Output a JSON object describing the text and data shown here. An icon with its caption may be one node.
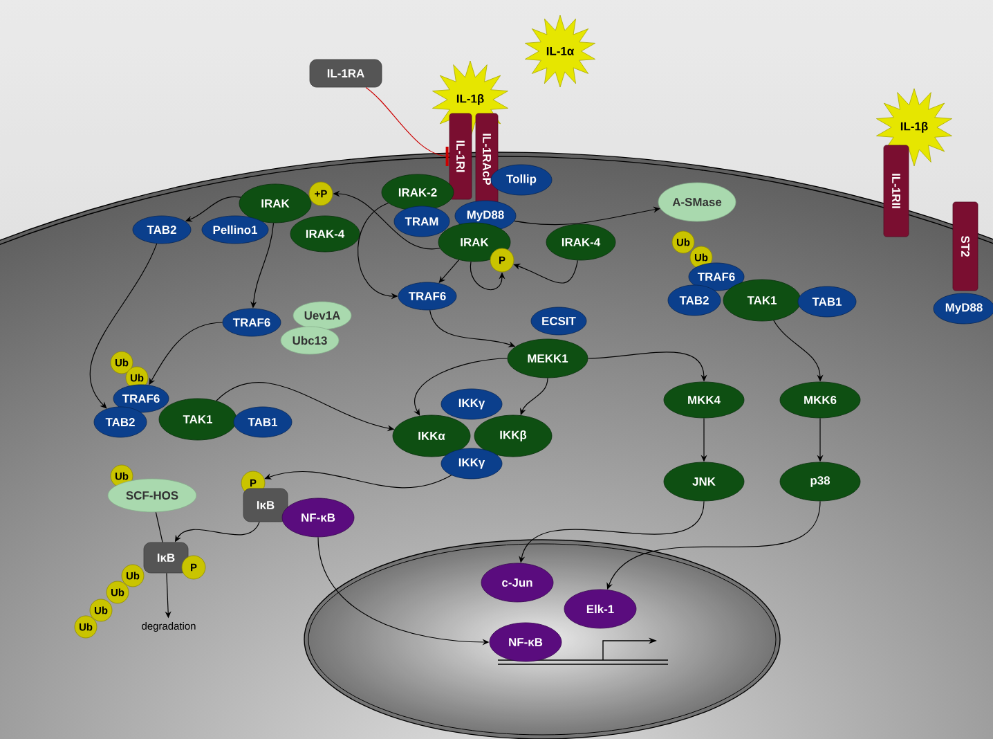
{
  "diagram": {
    "nodes": [
      {
        "text": [
          "IL-1α"
        ]
      },
      {
        "text": [
          "IL-1RA"
        ]
      },
      {
        "text": [
          "IL-1β"
        ]
      },
      {
        "text": [
          "IL-1RI"
        ]
      },
      {
        "text": [
          "IL-1RAcP"
        ]
      },
      {
        "text": [
          "Tollip"
        ]
      },
      {
        "text": [
          "IL-1β"
        ]
      },
      {
        "text": [
          "IL-1RII"
        ]
      },
      {
        "text": [
          "ST2"
        ]
      },
      {
        "text": [
          "MyD88"
        ]
      },
      {
        "text": [
          "IRAK"
        ]
      },
      {
        "text": [
          "+P"
        ]
      },
      {
        "text": [
          "TAB2"
        ]
      },
      {
        "text": [
          "Pellino1"
        ]
      },
      {
        "text": [
          "IRAK-4"
        ]
      },
      {
        "text": [
          "IRAK-2"
        ]
      },
      {
        "text": [
          "TRAM"
        ]
      },
      {
        "text": [
          "MyD88"
        ]
      },
      {
        "text": [
          "IRAK"
        ]
      },
      {
        "text": [
          "P"
        ]
      },
      {
        "text": [
          "IRAK-4"
        ]
      },
      {
        "text": [
          "A-SMase"
        ]
      },
      {
        "text": [
          "TRAF6"
        ]
      },
      {
        "text": [
          "TRAF6"
        ]
      },
      {
        "text": [
          "Uev1A"
        ]
      },
      {
        "text": [
          "Ubc13"
        ]
      },
      {
        "text": [
          "ECSIT"
        ]
      },
      {
        "text": [
          "MEKK1"
        ]
      },
      {
        "text": [
          "Ub"
        ]
      },
      {
        "text": [
          "Ub"
        ]
      },
      {
        "text": [
          "TRAF6"
        ]
      },
      {
        "text": [
          "TAB2"
        ]
      },
      {
        "text": [
          "TAK1"
        ]
      },
      {
        "text": [
          "TAB1"
        ]
      },
      {
        "text": [
          "MKK4"
        ]
      },
      {
        "text": [
          "MKK6"
        ]
      },
      {
        "text": [
          "IKKγ"
        ]
      },
      {
        "text": [
          "IKKα"
        ]
      },
      {
        "text": [
          "IKKβ"
        ]
      },
      {
        "text": [
          "IKKγ"
        ]
      },
      {
        "text": [
          "JNK"
        ]
      },
      {
        "text": [
          "p38"
        ]
      },
      {
        "text": [
          "Ub"
        ]
      },
      {
        "text": [
          "Ub"
        ]
      },
      {
        "text": [
          "TRAF6"
        ]
      },
      {
        "text": [
          "TAB2"
        ]
      },
      {
        "text": [
          "TAK1"
        ]
      },
      {
        "text": [
          "TAB1"
        ]
      },
      {
        "text": [
          "Ub"
        ]
      },
      {
        "text": [
          "SCF-HOS"
        ]
      },
      {
        "text": [
          "P"
        ]
      },
      {
        "text": [
          "IκB"
        ]
      },
      {
        "text": [
          "NF-κB"
        ]
      },
      {
        "text": [
          "IκB"
        ]
      },
      {
        "text": [
          "P"
        ]
      },
      {
        "text": [
          "Ub"
        ]
      },
      {
        "text": [
          "Ub"
        ]
      },
      {
        "text": [
          "Ub"
        ]
      },
      {
        "text": [
          "Ub"
        ]
      },
      {
        "text": [
          "degradation"
        ]
      },
      {
        "text": [
          "c-Jun"
        ]
      },
      {
        "text": [
          "Elk-1"
        ]
      },
      {
        "text": [
          "NF-κB"
        ]
      }
    ],
    "edges": [
      {
        "from": 1,
        "to": 3,
        "arrow": "other",
        "color": "#cc0000"
      },
      {
        "from": 10,
        "to": 12,
        "arrow": "to"
      },
      {
        "from": 18,
        "to": 11,
        "arrow": "to"
      },
      {
        "from": 15,
        "to": 22,
        "arrow": "to"
      },
      {
        "from": 10,
        "to": 23,
        "arrow": "to"
      },
      {
        "from": 18,
        "to": 22,
        "arrow": "to"
      },
      {
        "from": 18,
        "to": 19,
        "arrow": "to"
      },
      {
        "from": 20,
        "to": 19,
        "arrow": "to"
      },
      {
        "from": 17,
        "to": 21,
        "arrow": "to"
      },
      {
        "from": 12,
        "to": 45,
        "arrow": "to"
      },
      {
        "from": 23,
        "to": 44,
        "arrow": "to"
      },
      {
        "from": 22,
        "to": 27,
        "arrow": "to"
      },
      {
        "from": 46,
        "to": 37,
        "arrow": "to"
      },
      {
        "from": 27,
        "to": 37,
        "arrow": "to"
      },
      {
        "from": 27,
        "to": 38,
        "arrow": "to"
      },
      {
        "from": 27,
        "to": 34,
        "arrow": "to"
      },
      {
        "from": 32,
        "to": 35,
        "arrow": "to"
      },
      {
        "from": 34,
        "to": 40,
        "arrow": "to"
      },
      {
        "from": 35,
        "to": 41,
        "arrow": "to"
      },
      {
        "from": 40,
        "to": 60,
        "arrow": "to"
      },
      {
        "from": 41,
        "to": 61,
        "arrow": "to"
      },
      {
        "from": 39,
        "to": 50,
        "arrow": "to"
      },
      {
        "from": 51,
        "to": 53,
        "arrow": "to"
      },
      {
        "from": 49,
        "to": 53,
        "arrow": "none"
      },
      {
        "from": 53,
        "to": 59,
        "arrow": "to"
      },
      {
        "from": 52,
        "to": 62,
        "arrow": "to"
      }
    ]
  }
}
